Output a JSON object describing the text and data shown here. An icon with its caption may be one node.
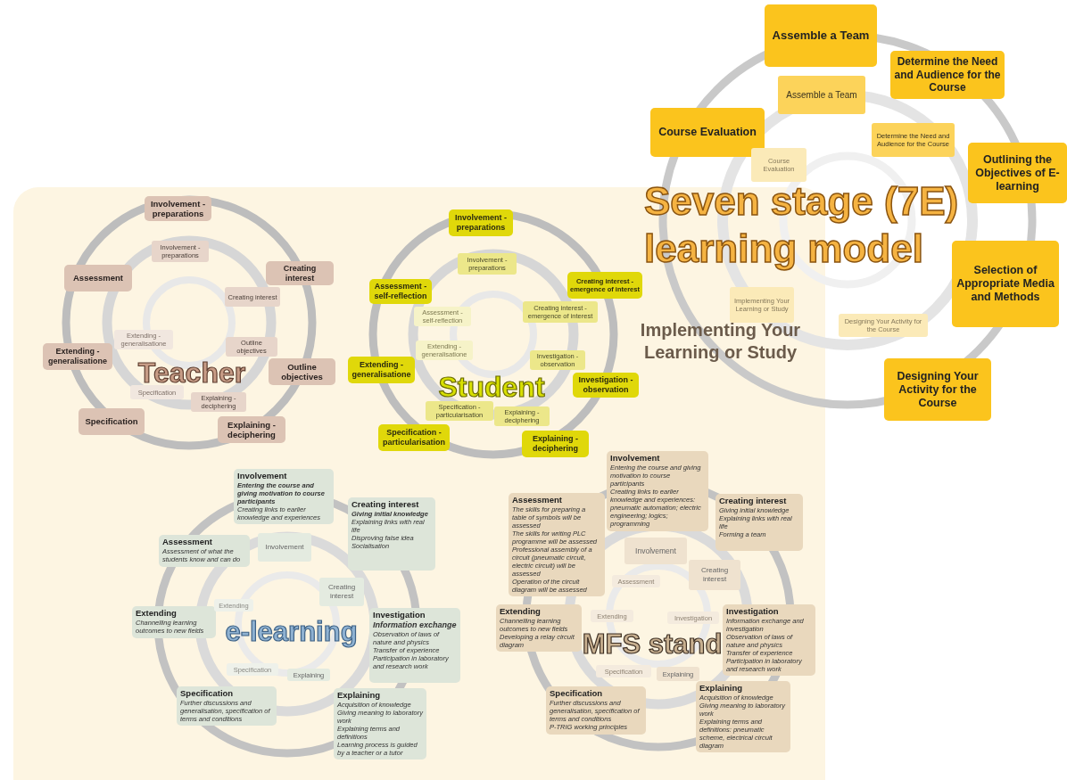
{
  "diagram": {
    "title": "Seven stage (7E) learning model",
    "nodes": [
      {
        "text": [
          "Assemble a Team"
        ]
      },
      {
        "text": [
          "Determine the Need and Audience for the Course"
        ]
      },
      {
        "text": [
          "Course Evaluation"
        ]
      },
      {
        "text": [
          "Outlining the Objectives of E-learning"
        ]
      },
      {
        "text": [
          "Selection of Appropriate Media and Methods"
        ]
      },
      {
        "text": [
          "Designing Your Activity for the Course"
        ]
      },
      {
        "text": [
          "Assemble a Team"
        ]
      },
      {
        "text": [
          "Determine the Need and Audience for the Course"
        ]
      },
      {
        "text": [
          "Course Evaluation"
        ]
      },
      {
        "text": [
          "Implementing Your Learning or Study"
        ]
      },
      {
        "text": [
          "Designing Your Activity for the Course"
        ]
      },
      {
        "text": [
          "Involvement - preparations"
        ]
      },
      {
        "text": [
          "Assessment"
        ]
      },
      {
        "text": [
          "Creating interest"
        ]
      },
      {
        "text": [
          "Extending - generalisatione"
        ]
      },
      {
        "text": [
          "Outline objectives"
        ]
      },
      {
        "text": [
          "Specification"
        ]
      },
      {
        "text": [
          "Explaining - deciphering"
        ]
      },
      {
        "text": [
          "Involvement - preparations"
        ]
      },
      {
        "text": [
          "Creating interest"
        ]
      },
      {
        "text": [
          "Outline objectives"
        ]
      },
      {
        "text": [
          "Extending - generalisatione"
        ]
      },
      {
        "text": [
          "Specification"
        ]
      },
      {
        "text": [
          "Explaining - deciphering"
        ]
      },
      {
        "text": [
          "Involvement - preparations"
        ]
      },
      {
        "text": [
          "Assessment - self-reflection"
        ]
      },
      {
        "text": [
          "Creating interest - emergence of interest"
        ]
      },
      {
        "text": [
          "Extending - generalisatione"
        ]
      },
      {
        "text": [
          "Investigation - observation"
        ]
      },
      {
        "text": [
          "Specification - particularisation"
        ]
      },
      {
        "text": [
          "Explaining - deciphering"
        ]
      },
      {
        "text": [
          "Involvement - preparations"
        ]
      },
      {
        "text": [
          "Assessment - self-reflection"
        ]
      },
      {
        "text": [
          "Creating interest - emergence of interest"
        ]
      },
      {
        "text": [
          "Extending - generalisatione"
        ]
      },
      {
        "text": [
          "Investigation - observation"
        ]
      },
      {
        "text": [
          "Specification - particularisation"
        ]
      },
      {
        "text": [
          "Explaining - deciphering"
        ]
      },
      {
        "text": [
          "Involvement",
          "Entering the course and giving motivation to course participants",
          "Creating links to earlier knowledge and experiences"
        ]
      },
      {
        "text": [
          "Assessment",
          "Assessment of what the students know and can do"
        ]
      },
      {
        "text": [
          "Creating interest",
          "Giving initial knowledge",
          "Explaining links with real life",
          "Disproving false idea",
          "Socialisation"
        ]
      },
      {
        "text": [
          "Extending",
          "Channelling learning outcomes to new fields"
        ]
      },
      {
        "text": [
          "Investigation",
          "Information exchange",
          "Observation of laws of nature and physics",
          "Transfer of experience",
          "Participation in laboratory and research work"
        ]
      },
      {
        "text": [
          "Specification",
          "Further discussions and generalisation, specification of terms and conditions"
        ]
      },
      {
        "text": [
          "Explaining",
          "Acquisition of knowledge",
          "Giving meaning to laboratory work",
          "Explaining terms and definitions",
          "Learning process is guided by a teacher or a tutor"
        ]
      },
      {
        "text": [
          "Involvement"
        ]
      },
      {
        "text": [
          "Creating interest"
        ]
      },
      {
        "text": [
          "Extending"
        ]
      },
      {
        "text": [
          "Specification"
        ]
      },
      {
        "text": [
          "Explaining"
        ]
      },
      {
        "text": [
          "Involvement",
          "Entering the course and giving motivation to course participants",
          "Creating links to earlier knowledge and experiences: pneumatic automation; electric engineering; logics; programming"
        ]
      },
      {
        "text": [
          "Assessment",
          "The skills for preparing a table of symbols will be assessed",
          "The skills for writing PLC programme will be assessed",
          "Professional assembly of a circuit (pneumatic circuit, electric circuit) will be assessed",
          "Operation of the circuit diagram will be assessed"
        ]
      },
      {
        "text": [
          "Creating interest",
          "Giving initial knowledge",
          "Explaining links with real life",
          "Forming a team"
        ]
      },
      {
        "text": [
          "Extending",
          "Channelling learning outcomes to new fields",
          "Developing a relay circuit diagram"
        ]
      },
      {
        "text": [
          "Investigation",
          "Information exchange and investigation",
          "Observation of laws of nature and physics",
          "Transfer of experience",
          "Participation in laboratory and research work"
        ]
      },
      {
        "text": [
          "Specification",
          "Further discussions and generalisation, specification of terms and conditions",
          "P-TRIG working principles"
        ]
      },
      {
        "text": [
          "Explaining",
          "Acquisition of knowledge",
          "Giving meaning to laboratory work",
          "Explaining terms and definitions: pneumatic scheme, electrical circuit diagram"
        ]
      },
      {
        "text": [
          "Involvement"
        ]
      },
      {
        "text": [
          "Assessment"
        ]
      },
      {
        "text": [
          "Creating interest"
        ]
      },
      {
        "text": [
          "Extending"
        ]
      },
      {
        "text": [
          "Investigation"
        ]
      },
      {
        "text": [
          "Specification"
        ]
      },
      {
        "text": [
          "Explaining"
        ]
      }
    ],
    "labels": [
      "Implementing Your Learning or Study",
      "Teacher",
      "Student",
      "e-learning",
      "MFS stand"
    ]
  }
}
